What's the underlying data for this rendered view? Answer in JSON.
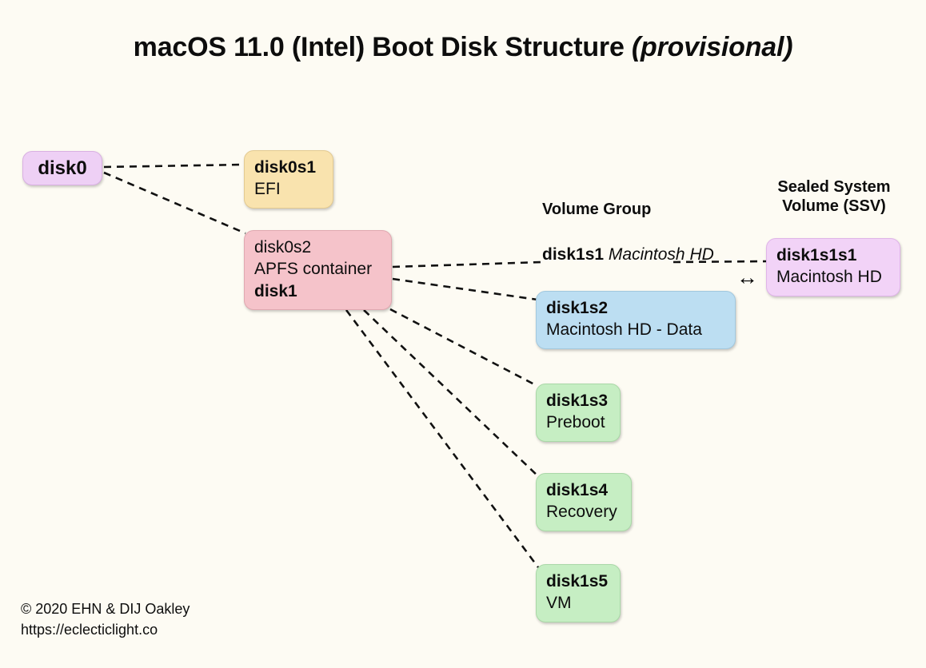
{
  "title": {
    "main": "macOS 11.0 (Intel) Boot Disk Structure",
    "qualifier": "(provisional)"
  },
  "captions": {
    "volume_group": "Volume Group",
    "ssv_line1": "Sealed System",
    "ssv_line2": "Volume (SSV)"
  },
  "arrow_glyph": "↔",
  "nodes": {
    "disk0": {
      "label": "disk0",
      "color": "#eed0f5"
    },
    "disk0s1": {
      "id": "disk0s1",
      "name": "EFI",
      "color": "#f9e3ae"
    },
    "disk0s2": {
      "id": "disk0s2",
      "name": "APFS container",
      "container_disk": "disk1",
      "color": "#f5c3ca"
    },
    "disk1s1": {
      "id": "disk1s1",
      "name": "Macintosh HD"
    },
    "disk1s2": {
      "id": "disk1s2",
      "name": "Macintosh HD - Data",
      "color": "#bcdef2"
    },
    "disk1s3": {
      "id": "disk1s3",
      "name": "Preboot",
      "color": "#c6eec3"
    },
    "disk1s4": {
      "id": "disk1s4",
      "name": "Recovery",
      "color": "#c6eec3"
    },
    "disk1s5": {
      "id": "disk1s5",
      "name": "VM",
      "color": "#c6eec3"
    },
    "disk1s1s1": {
      "id": "disk1s1s1",
      "name": "Macintosh HD",
      "color": "#f2d3f7"
    }
  },
  "credit": {
    "line1": "© 2020 EHN & DIJ Oakley",
    "line2": "https://eclecticlight.co"
  },
  "theme": {
    "background": "#fdfbf3",
    "text": "#0d0d0d",
    "connector": "#111111"
  }
}
